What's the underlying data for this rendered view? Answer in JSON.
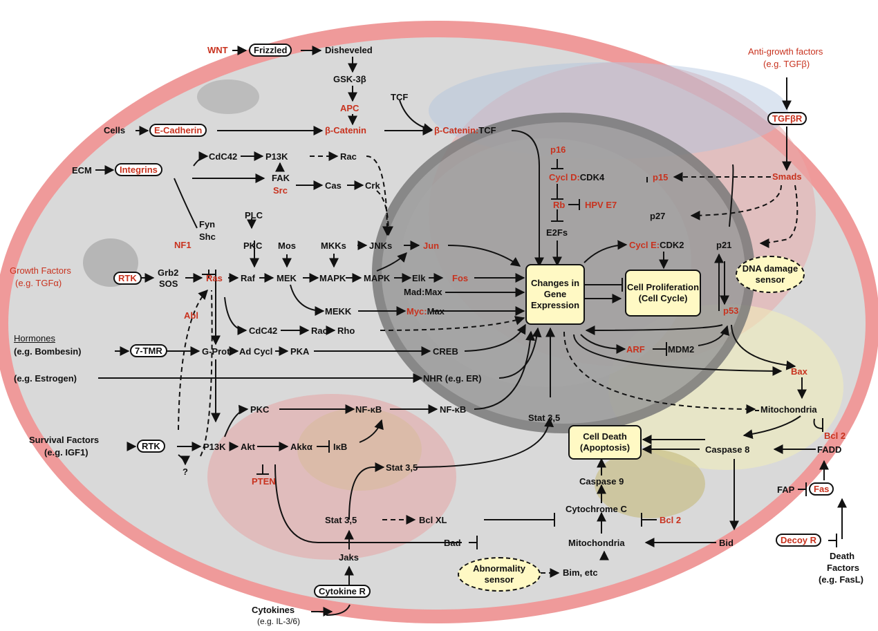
{
  "labels": {
    "wnt": "WNT",
    "frizzled": "Frizzled",
    "disheveled": "Disheveled",
    "gsk": "GSK-3β",
    "apc": "APC",
    "tcf_top": "TCF",
    "cells": "Cells",
    "ecadherin": "E-Cadherin",
    "bcatenin": "β-Catenin",
    "bcatenin_tcf_a": "β-Catenin:",
    "bcatenin_tcf_b": "TCF",
    "antigrowth1": "Anti-growth factors",
    "antigrowth2": "(e.g. TGFβ)",
    "tgfbr": "TGFβR",
    "smads": "Smads",
    "ecm": "ECM",
    "integrins": "Integrins",
    "cdc42_top": "CdC42",
    "p13k_top": "P13K",
    "rac_top": "Rac",
    "fak": "FAK",
    "src": "Src",
    "cas": "Cas",
    "crk": "Crk",
    "p16": "p16",
    "cycld_a": "Cycl D:",
    "cycld_b": "CDK4",
    "p15": "p15",
    "rb": "Rb",
    "hpv": "HPV E7",
    "e2fs": "E2Fs",
    "p27": "p27",
    "fyn": "Fyn",
    "shc": "Shc",
    "plc": "PLC",
    "nf1": "NF1",
    "pkc_mid": "PKC",
    "mos": "Mos",
    "mkks": "MKKs",
    "jnks": "JNKs",
    "jun": "Jun",
    "cycle_a": "Cycl E:",
    "cycle_b": "CDK2",
    "p21": "p21",
    "growth1": "Growth Factors",
    "growth2": "(e.g. TGFα)",
    "rtk_left": "RTK",
    "grb2": "Grb2",
    "sos": "SOS",
    "ras": "Ras",
    "raf": "Raf",
    "mek": "MEK",
    "mapk1": "MAPK",
    "mapk2": "MAPK",
    "elk": "Elk",
    "fos": "Fos",
    "madmax": "Mad:Max",
    "gene_expr": "Changes in Gene Expression",
    "prolif": "Cell Proliferation (Cell Cycle)",
    "dna_sensor": "DNA damage sensor",
    "abl": "Abl",
    "mekk": "MEKK",
    "myc_a": "Myc:",
    "myc_b": "Max",
    "p53": "p53",
    "cdc42_bot": "CdC42",
    "rac_bot": "Rac",
    "rho": "Rho",
    "hormones": "Hormones",
    "bombesin": "(e.g. Bombesin)",
    "tmr": "7-TMR",
    "gprot": "G-Prot",
    "adcycl": "Ad Cycl",
    "pka": "PKA",
    "creb": "CREB",
    "arf": "ARF",
    "mdm2": "MDM2",
    "estrogen": "(e.g. Estrogen)",
    "nhr": "NHR (e.g. ER)",
    "bax": "Bax",
    "pkc_low": "PKC",
    "nfkb1": "NF-κB",
    "nfkb2": "NF-κB",
    "mito_r": "Mitochondria",
    "stat_c": "Stat 3,5",
    "survival1": "Survival Factors",
    "survival2": "(e.g. IGF1)",
    "rtk_low": "RTK",
    "p13k_low": "P13K",
    "akt": "Akt",
    "akka": "Akkα",
    "ikb": "IκB",
    "celldeath": "Cell Death (Apoptosis)",
    "caspase8": "Caspase 8",
    "bcl2_r": "Bcl 2",
    "fadd": "FADD",
    "q": "?",
    "pten": "PTEN",
    "stat_l": "Stat 3,5",
    "caspase9": "Caspase 9",
    "fap": "FAP",
    "fas": "Fas",
    "stat_b": "Stat 3,5",
    "bclxl": "Bcl XL",
    "cytc": "Cytochrome C",
    "bcl2_m": "Bcl 2",
    "decoy": "Decoy R",
    "bad": "Bad",
    "mito_b": "Mitochondria",
    "bid": "Bid",
    "death1": "Death",
    "death2": "Factors",
    "death3": "(e.g. FasL)",
    "jaks": "Jaks",
    "abnorm": "Abnormality sensor",
    "bim": "Bim, etc",
    "cytokiner": "Cytokine R",
    "cyto1": "Cytokines",
    "cyto2": "(e.g. IL-3/6)"
  },
  "colors": {
    "accent_red": "#c8321e",
    "box_yellow": "#fff9c4",
    "cell_grey": "#d6d6d6",
    "membrane_pink": "#ef9a9a",
    "nucleus_dark": "#8a8a8a"
  }
}
